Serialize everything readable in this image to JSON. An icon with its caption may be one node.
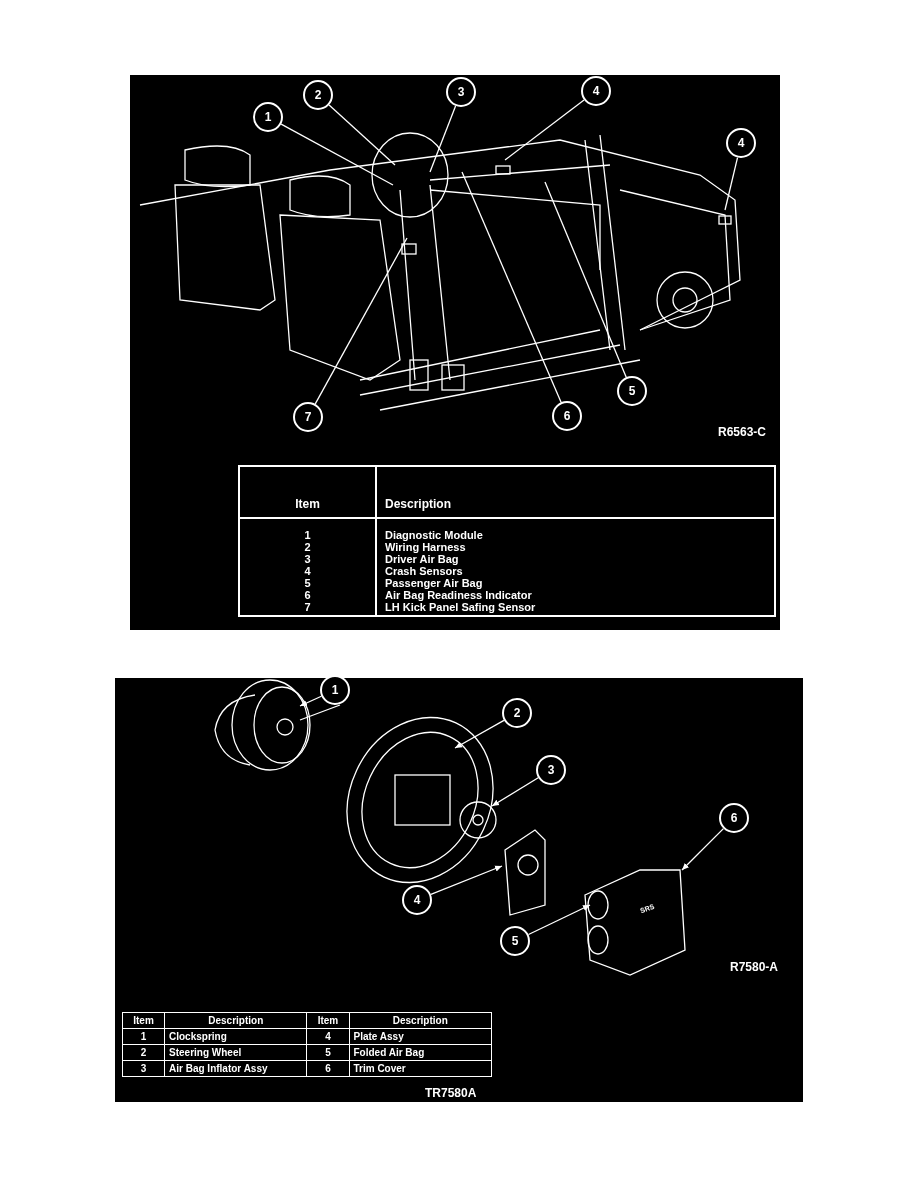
{
  "diagram": {
    "nodes": [
      {
        "text": [
          "1"
        ]
      },
      {
        "text": [
          "2"
        ]
      },
      {
        "text": [
          "3"
        ]
      },
      {
        "text": [
          "4"
        ]
      },
      {
        "text": [
          "4"
        ]
      },
      {
        "text": [
          "5"
        ]
      },
      {
        "text": [
          "6"
        ]
      },
      {
        "text": [
          "7"
        ]
      },
      {
        "text": [
          "1"
        ]
      },
      {
        "text": [
          "2"
        ]
      },
      {
        "text": [
          "3"
        ]
      },
      {
        "text": [
          "4"
        ]
      },
      {
        "text": [
          "5"
        ]
      },
      {
        "text": [
          "6"
        ]
      }
    ],
    "edges": [
      {
        "from": 0,
        "to": null,
        "arrow": "none"
      },
      {
        "from": 1,
        "to": null,
        "arrow": "none"
      },
      {
        "from": 2,
        "to": null,
        "arrow": "none"
      },
      {
        "from": 3,
        "to": null,
        "arrow": "none"
      },
      {
        "from": 4,
        "to": null,
        "arrow": "none"
      },
      {
        "from": 5,
        "to": null,
        "arrow": "none"
      },
      {
        "from": 6,
        "to": null,
        "arrow": "none"
      },
      {
        "from": 7,
        "to": null,
        "arrow": "none"
      },
      {
        "from": 8,
        "to": null,
        "arrow": "to"
      },
      {
        "from": 9,
        "to": null,
        "arrow": "to"
      },
      {
        "from": 10,
        "to": null,
        "arrow": "to"
      },
      {
        "from": 11,
        "to": null,
        "arrow": "to"
      },
      {
        "from": 12,
        "to": null,
        "arrow": "to"
      },
      {
        "from": 13,
        "to": null,
        "arrow": "to"
      }
    ],
    "labels": [
      "R6563-C",
      "Item",
      "Description",
      "1",
      "Diagnostic Module",
      "2",
      "Wiring Harness",
      "3",
      "Driver Air Bag",
      "4",
      "Crash Sensors",
      "5",
      "Passenger Air Bag",
      "6",
      "Air Bag Readiness Indicator",
      "7",
      "LH Kick Panel Safing Sensor",
      "SRS",
      "R7580-A",
      "Item",
      "Description",
      "Item",
      "Description",
      "1",
      "Clockspring",
      "4",
      "Plate Assy",
      "2",
      "Steering Wheel",
      "5",
      "Folded Air Bag",
      "3",
      "Air Bag Inflator Assy",
      "6",
      "Trim Cover",
      "TR7580A"
    ]
  }
}
